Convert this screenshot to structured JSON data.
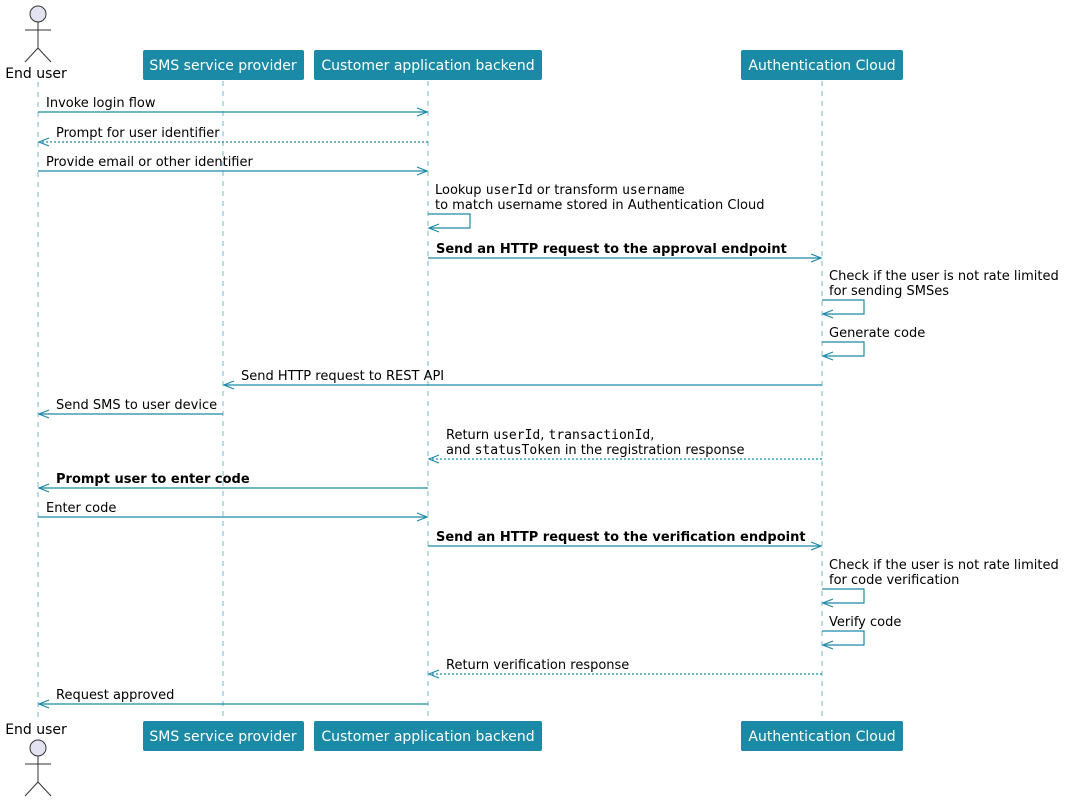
{
  "colors": {
    "participant_fill": "#1b8aa6",
    "arrow": "#1b8aa6",
    "lifeline": "#1b8aa6",
    "actor_fill": "#e2e2f0",
    "actor_stroke": "#333333"
  },
  "participants": {
    "end_user": "End user",
    "sms_provider": "SMS service provider",
    "customer_backend": "Customer application backend",
    "auth_cloud": "Authentication Cloud"
  },
  "messages": [
    {
      "from": "end_user",
      "to": "customer_backend",
      "style": "solid",
      "bold": false,
      "lines": [
        [
          {
            "t": "Invoke login flow"
          }
        ]
      ]
    },
    {
      "from": "customer_backend",
      "to": "end_user",
      "style": "dashed",
      "bold": false,
      "lines": [
        [
          {
            "t": "Prompt for user identifier"
          }
        ]
      ]
    },
    {
      "from": "end_user",
      "to": "customer_backend",
      "style": "solid",
      "bold": false,
      "lines": [
        [
          {
            "t": "Provide email or other identifier"
          }
        ]
      ]
    },
    {
      "from": "customer_backend",
      "to": "customer_backend",
      "style": "solid",
      "bold": false,
      "lines": [
        [
          {
            "t": "Lookup "
          },
          {
            "t": "userId",
            "mono": true
          },
          {
            "t": " or transform "
          },
          {
            "t": "username",
            "mono": true
          }
        ],
        [
          {
            "t": "to match username stored in Authentication Cloud"
          }
        ]
      ]
    },
    {
      "from": "customer_backend",
      "to": "auth_cloud",
      "style": "solid",
      "bold": true,
      "lines": [
        [
          {
            "t": "Send an HTTP request to the approval endpoint"
          }
        ]
      ]
    },
    {
      "from": "auth_cloud",
      "to": "auth_cloud",
      "style": "solid",
      "bold": false,
      "lines": [
        [
          {
            "t": "Check if the user is not rate limited"
          }
        ],
        [
          {
            "t": "for sending SMSes"
          }
        ]
      ]
    },
    {
      "from": "auth_cloud",
      "to": "auth_cloud",
      "style": "solid",
      "bold": false,
      "lines": [
        [
          {
            "t": "Generate code"
          }
        ]
      ]
    },
    {
      "from": "auth_cloud",
      "to": "sms_provider",
      "style": "solid",
      "bold": false,
      "lines": [
        [
          {
            "t": "Send HTTP request to REST API"
          }
        ]
      ]
    },
    {
      "from": "sms_provider",
      "to": "end_user",
      "style": "solid",
      "bold": false,
      "lines": [
        [
          {
            "t": "Send SMS to user device"
          }
        ]
      ]
    },
    {
      "from": "auth_cloud",
      "to": "customer_backend",
      "style": "dashed",
      "bold": false,
      "lines": [
        [
          {
            "t": "Return "
          },
          {
            "t": "userId",
            "mono": true
          },
          {
            "t": ", "
          },
          {
            "t": "transactionId",
            "mono": true
          },
          {
            "t": ","
          }
        ],
        [
          {
            "t": "and "
          },
          {
            "t": "statusToken",
            "mono": true
          },
          {
            "t": " in the registration response"
          }
        ]
      ]
    },
    {
      "from": "customer_backend",
      "to": "end_user",
      "style": "solid",
      "bold": true,
      "lines": [
        [
          {
            "t": "Prompt user to enter code"
          }
        ]
      ]
    },
    {
      "from": "end_user",
      "to": "customer_backend",
      "style": "solid",
      "bold": false,
      "lines": [
        [
          {
            "t": "Enter code"
          }
        ]
      ]
    },
    {
      "from": "customer_backend",
      "to": "auth_cloud",
      "style": "solid",
      "bold": true,
      "lines": [
        [
          {
            "t": "Send an HTTP request to the verification endpoint"
          }
        ]
      ]
    },
    {
      "from": "auth_cloud",
      "to": "auth_cloud",
      "style": "solid",
      "bold": false,
      "lines": [
        [
          {
            "t": "Check if the user is not rate limited"
          }
        ],
        [
          {
            "t": "for code verification"
          }
        ]
      ]
    },
    {
      "from": "auth_cloud",
      "to": "auth_cloud",
      "style": "solid",
      "bold": false,
      "lines": [
        [
          {
            "t": "Verify code"
          }
        ]
      ]
    },
    {
      "from": "auth_cloud",
      "to": "customer_backend",
      "style": "dashed",
      "bold": false,
      "lines": [
        [
          {
            "t": "Return verification response"
          }
        ]
      ]
    },
    {
      "from": "customer_backend",
      "to": "end_user",
      "style": "solid",
      "bold": false,
      "lines": [
        [
          {
            "t": "Request approved"
          }
        ]
      ]
    }
  ]
}
